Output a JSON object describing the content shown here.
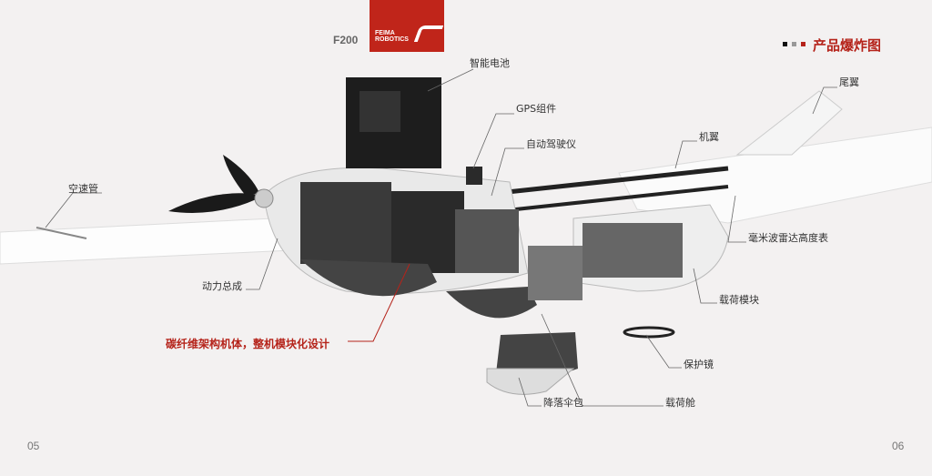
{
  "header": {
    "model": "F200",
    "brand_line1": "FEIMA",
    "brand_line2": "ROBOTICS",
    "section_title": "产品爆炸图",
    "brand_color": "#c0251a"
  },
  "labels": {
    "battery": "智能电池",
    "gps": "GPS组件",
    "autopilot": "自动驾驶仪",
    "tail": "尾翼",
    "wing": "机翼",
    "pitot": "空速管",
    "radar": "毫米波雷达高度表",
    "powertrain": "动力总成",
    "payload_module": "载荷模块",
    "frame": "碳纤维架构机体，整机模块化设计",
    "lens": "保护镜",
    "parachute": "降落伞包",
    "payload_bay": "载荷舱"
  },
  "pages": {
    "left": "05",
    "right": "06"
  }
}
